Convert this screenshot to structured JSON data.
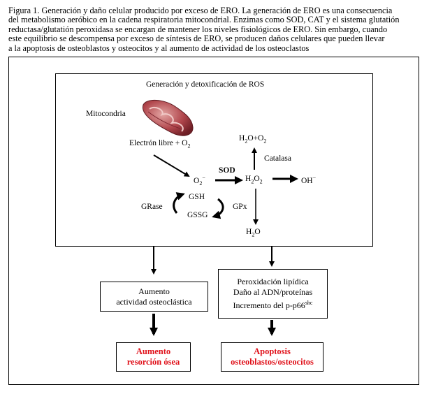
{
  "caption": {
    "line1": "Figura 1. Generación y daño celular producido por exceso de ERO. La generación de ERO es una consecuencia",
    "line2": "del metabolismo aeróbico en la cadena respiratoria mitocondrial. Enzimas como SOD, CAT y el sistema glutatión",
    "line3": "reductasa/glutatión peroxidasa se encargan de mantener los niveles fisiológicos de ERO. Sin embargo, cuando",
    "line4": "este equilibrio se descompensa por exceso de síntesis de ERO, se producen daños celulares que pueden llevar",
    "line5": "a la apoptosis de osteoblastos y osteocitos y al aumento de actividad de los osteoclastos"
  },
  "diagram": {
    "title": "Generación y detoxificación de ROS",
    "mitochondria_label": "Mitocondria",
    "electron_label": "Electrón libre + O",
    "electron_sub": "2",
    "superoxide": "O",
    "superoxide_sub": "2",
    "superoxide_sup": "−",
    "sod_label": "SOD",
    "h2o2": "H",
    "h2o2_sub1": "2",
    "h2o2_mid": "O",
    "h2o2_sub2": "2",
    "h2o_o2": "H",
    "h2o_o2_sub1": "2",
    "h2o_o2_mid": "O+O",
    "h2o_o2_sub2": "2",
    "catalase_label": "Catalasa",
    "hydroxyl": "OH",
    "hydroxyl_sup": "−",
    "gsh": "GSH",
    "gssg": "GSSG",
    "grase": "GRase",
    "gpx": "GPx",
    "water": "H",
    "water_sub": "2",
    "water_end": "O"
  },
  "boxes": {
    "left_line1": "Aumento",
    "left_line2": "actividad osteoclástica",
    "right_line1": "Peroxidación lipídica",
    "right_line2": "Daño al ADN/proteínas",
    "right_line3": "Incremento del p-p66",
    "right_line3_sup": "shc",
    "result_left_line1": "Aumento",
    "result_left_line2": "resorción ósea",
    "result_right_line1": "Apoptosis",
    "result_right_line2": "osteoblastos/osteocitos"
  },
  "colors": {
    "result_text": "#e0121b",
    "mitochondria": "#b0454b"
  }
}
